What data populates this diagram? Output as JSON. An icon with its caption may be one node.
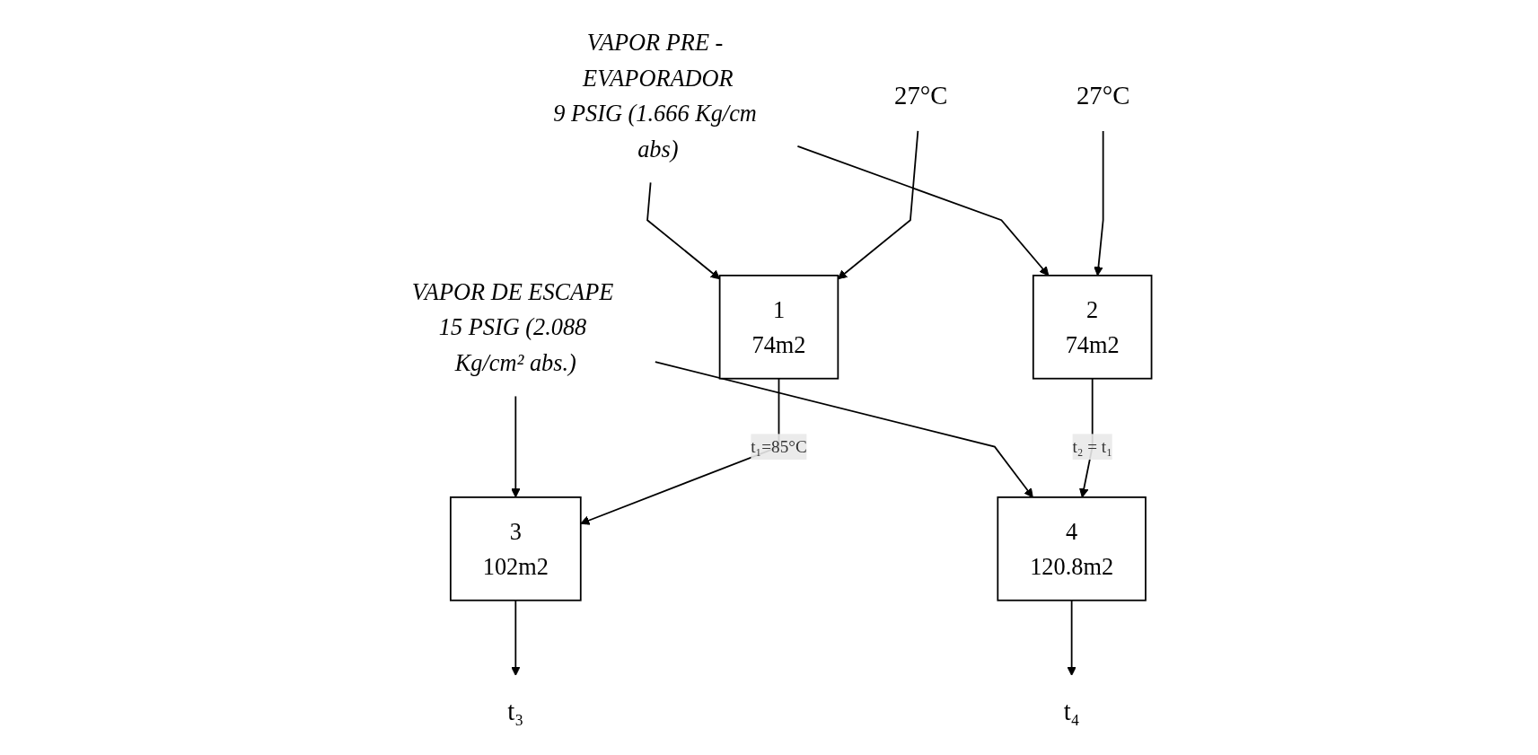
{
  "diagram": {
    "nodes": [
      {
        "text": [
          "VAPOR DE ESCAPE 15 PSIG (2.088 Kg/cm² abs.)"
        ]
      },
      {
        "text": [
          "VAPOR PRE - EVAPORADOR",
          "9 PSIG (1.666 Kg/cm abs)"
        ]
      },
      {
        "text": [
          "1",
          "74m2"
        ]
      },
      {
        "text": [
          "3",
          "102m2"
        ]
      },
      {
        "text": [
          "2",
          "74m2"
        ]
      },
      {
        "text": [
          "4",
          "120.8m2"
        ]
      },
      {
        "text": [
          "27°C"
        ]
      },
      {
        "text": [
          "t₃"
        ]
      },
      {
        "text": [
          "27°C"
        ]
      },
      {
        "text": [
          "t₄"
        ]
      }
    ],
    "edges": [
      {
        "from": 1,
        "to": 2,
        "arrow": "to"
      },
      {
        "from": 0,
        "to": 3,
        "arrow": "to"
      },
      {
        "from": 1,
        "to": 4,
        "arrow": "to"
      },
      {
        "from": 0,
        "to": 5,
        "arrow": "to"
      },
      {
        "from": 6,
        "to": 2,
        "arrow": "to"
      },
      {
        "from": 2,
        "to": 3,
        "arrow": "to",
        "label": "t₁=85°C"
      },
      {
        "from": 3,
        "to": 7,
        "arrow": "to"
      },
      {
        "from": 8,
        "to": 4,
        "arrow": "to"
      },
      {
        "from": 4,
        "to": 5,
        "arrow": "to",
        "label": "t₂ = t₁"
      },
      {
        "from": 5,
        "to": 9,
        "arrow": "to"
      }
    ]
  }
}
